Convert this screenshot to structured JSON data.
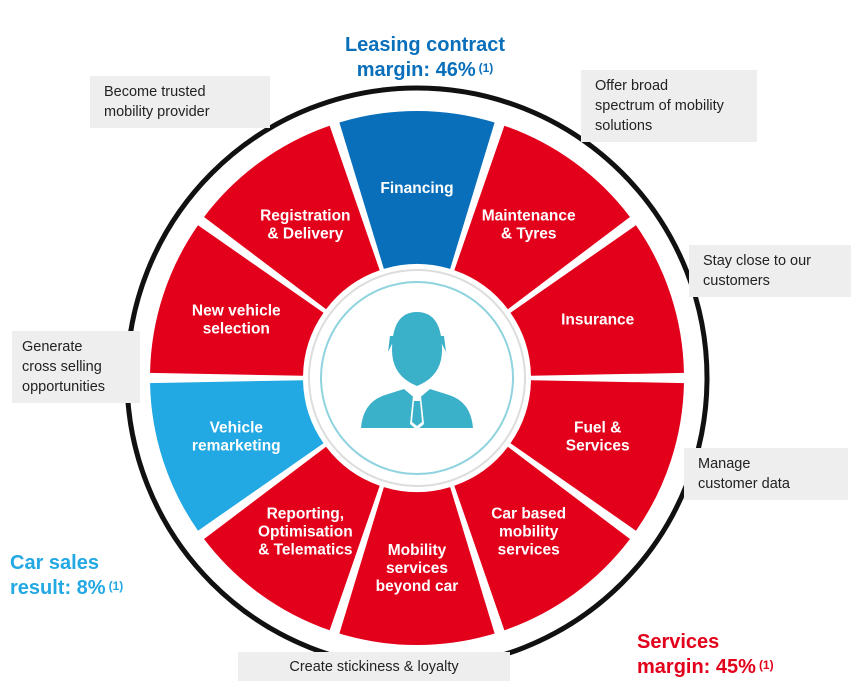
{
  "colors": {
    "service_red": "#e3001b",
    "financing_blue": "#0a6fba",
    "remarketing_light_blue": "#22a8e3",
    "outer_ring": "#111111",
    "center_icon": "#3bb0c9"
  },
  "headline_leasing": {
    "text": "Leasing contract\nmargin: 46%",
    "note": "(1)"
  },
  "headline_car_sales": {
    "text": "Car sales\nresult: 8%",
    "note": "(1)"
  },
  "headline_services": {
    "text": "Services\nmargin: 45%",
    "note": "(1)"
  },
  "callouts": {
    "trusted": "Become trusted\nmobility provider",
    "broad": "Offer broad\nspectrum of mobility\nsolutions",
    "close": "Stay close to our\ncustomers",
    "cross": "Generate\ncross selling\nopportunities",
    "data": "Manage\ncustomer data",
    "sticky": "Create stickiness & loyalty"
  },
  "center": {
    "icon": "customer-icon"
  },
  "segments": [
    {
      "id": "financing",
      "lines": [
        "Financing"
      ],
      "color_key": "financing_blue"
    },
    {
      "id": "maintenance",
      "lines": [
        "Maintenance",
        "& Tyres"
      ],
      "color_key": "service_red"
    },
    {
      "id": "insurance",
      "lines": [
        "Insurance"
      ],
      "color_key": "service_red"
    },
    {
      "id": "fuel",
      "lines": [
        "Fuel &",
        "Services"
      ],
      "color_key": "service_red"
    },
    {
      "id": "car-based-mobility",
      "lines": [
        "Car based",
        "mobility",
        "services"
      ],
      "color_key": "service_red"
    },
    {
      "id": "mobility-beyond-car",
      "lines": [
        "Mobility",
        "services",
        "beyond car"
      ],
      "color_key": "service_red"
    },
    {
      "id": "reporting",
      "lines": [
        "Reporting,",
        "Optimisation",
        "& Telematics"
      ],
      "color_key": "service_red"
    },
    {
      "id": "remarketing",
      "lines": [
        "Vehicle",
        "remarketing"
      ],
      "color_key": "remarketing_light_blue"
    },
    {
      "id": "new-vehicle",
      "lines": [
        "New vehicle",
        "selection"
      ],
      "color_key": "service_red"
    },
    {
      "id": "registration",
      "lines": [
        "Registration",
        "& Delivery"
      ],
      "color_key": "service_red"
    }
  ]
}
